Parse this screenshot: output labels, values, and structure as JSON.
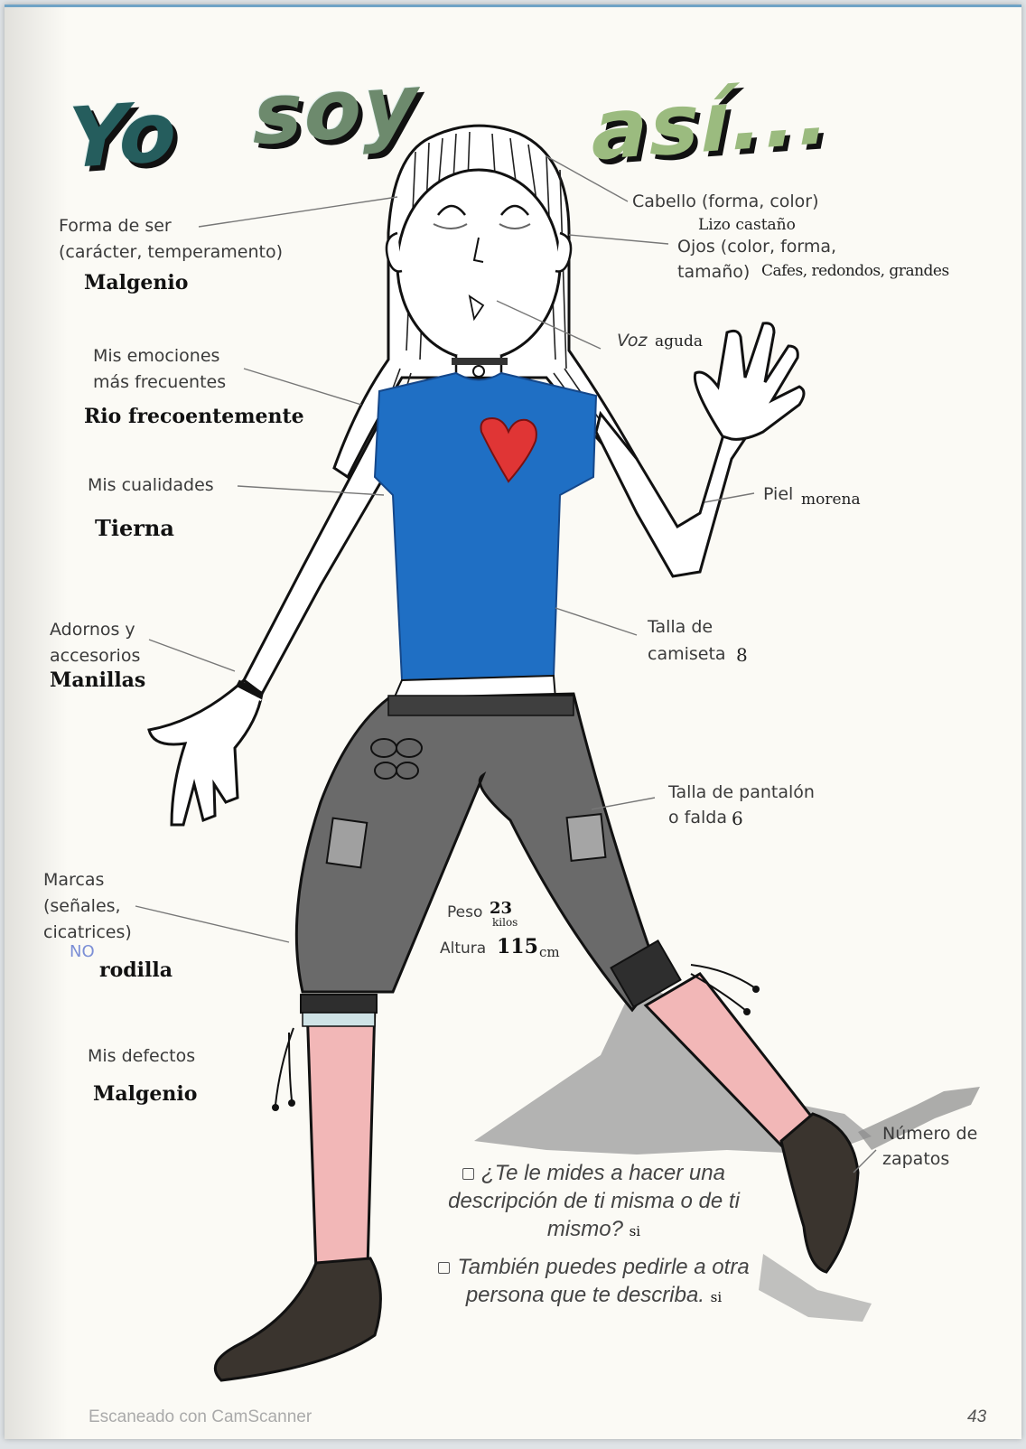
{
  "title": {
    "word1": "Yo",
    "word2": "soy",
    "word3": "así..."
  },
  "labels": {
    "forma_de_ser": {
      "line1": "Forma de ser",
      "line2": "(carácter, temperamento)",
      "answer": "Malgenio"
    },
    "emociones": {
      "line1": "Mis emociones",
      "line2": "más frecuentes",
      "answer": "Rio frecoentemente"
    },
    "cualidades": {
      "line1": "Mis cualidades",
      "answer": "Tierna"
    },
    "adornos": {
      "line1": "Adornos y",
      "line2": "accesorios",
      "answer": "Manillas"
    },
    "marcas": {
      "line1": "Marcas",
      "line2": "(señales,",
      "line3": "cicatrices)",
      "answer_prefix": "NO",
      "answer": "rodilla"
    },
    "defectos": {
      "line1": "Mis defectos",
      "answer": "Malgenio"
    },
    "cabello": {
      "line1": "Cabello (forma, color)",
      "answer": "Lizo castaño"
    },
    "ojos": {
      "line1": "Ojos (color, forma,",
      "line2": "tamaño)",
      "answer": "Cafes, redondos, grandes"
    },
    "voz": {
      "line1": "Voz",
      "answer": "aguda"
    },
    "piel": {
      "line1": "Piel",
      "answer": "morena"
    },
    "camiseta": {
      "line1": "Talla de",
      "line2": "camiseta",
      "answer": "8"
    },
    "pantalon": {
      "line1": "Talla de pantalón",
      "line2": "o falda",
      "answer": "6"
    },
    "peso": {
      "line1": "Peso",
      "answer_num": "23",
      "answer_unit": "kilos"
    },
    "altura": {
      "line1": "Altura",
      "answer_num": "115",
      "answer_unit": "cm"
    },
    "zapatos": {
      "line1": "Número de",
      "line2": "zapatos"
    }
  },
  "questions": {
    "q1": "¿Te le mides a hacer una descripción de ti misma o de ti mismo?",
    "q1_answer": "si",
    "q2": "También puedes pedirle a otra persona que te describa.",
    "q2_answer": "si"
  },
  "footer": {
    "scanner": "Escaneado con CamScanner",
    "page_number": "43"
  },
  "colors": {
    "shirt": "#1f6fc4",
    "heart": "#e03535",
    "pants": "#6a6a6a",
    "socks": "#f2b7b7",
    "shoes": "#3a342e",
    "title_yo": "#255d5d",
    "title_soy": "#6d8a6d",
    "title_asi": "#9bbb7f",
    "border": "#6fa3c6"
  }
}
